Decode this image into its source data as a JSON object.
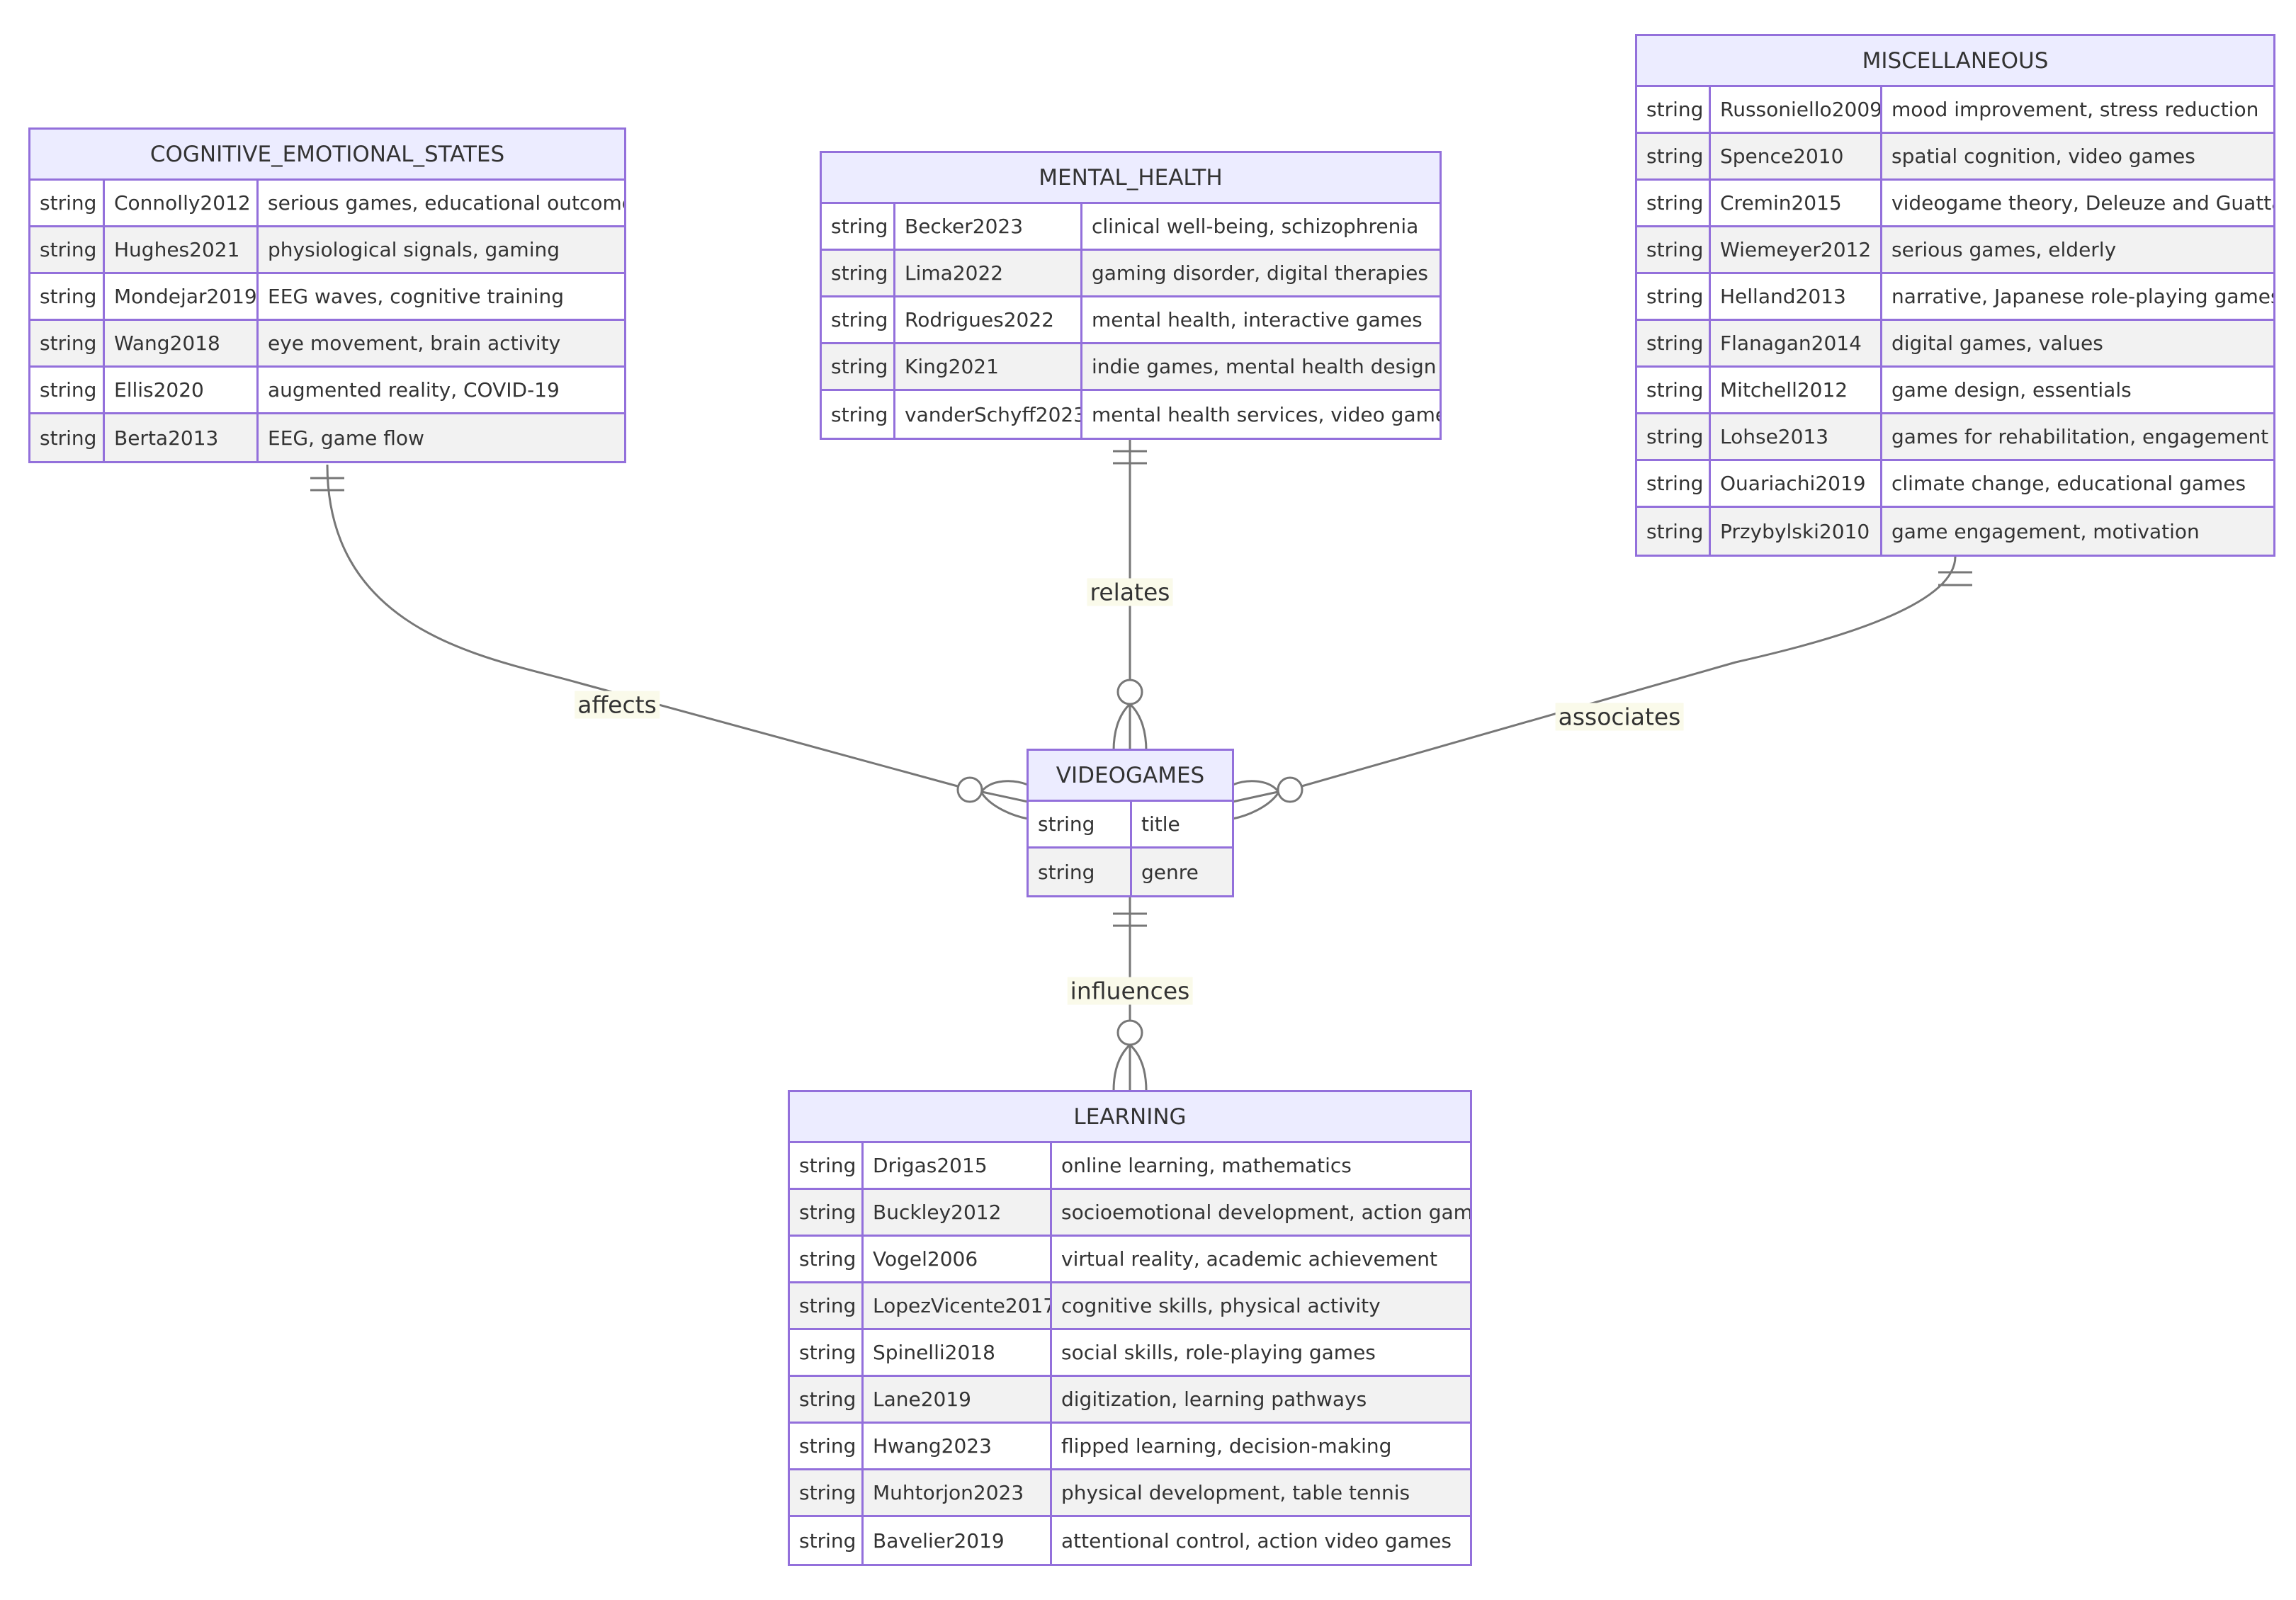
{
  "entities": {
    "cognitive": {
      "name": "COGNITIVE_EMOTIONAL_STATES",
      "rows": [
        [
          "string",
          "Connolly2012",
          "serious games, educational outcomes"
        ],
        [
          "string",
          "Hughes2021",
          "physiological signals, gaming"
        ],
        [
          "string",
          "Mondejar2019",
          "EEG waves, cognitive training"
        ],
        [
          "string",
          "Wang2018",
          "eye movement, brain activity"
        ],
        [
          "string",
          "Ellis2020",
          "augmented reality, COVID-19"
        ],
        [
          "string",
          "Berta2013",
          "EEG, game flow"
        ]
      ]
    },
    "mental": {
      "name": "MENTAL_HEALTH",
      "rows": [
        [
          "string",
          "Becker2023",
          "clinical well-being, schizophrenia"
        ],
        [
          "string",
          "Lima2022",
          "gaming disorder, digital therapies"
        ],
        [
          "string",
          "Rodrigues2022",
          "mental health, interactive games"
        ],
        [
          "string",
          "King2021",
          "indie games, mental health design"
        ],
        [
          "string",
          "vanderSchyff2023",
          "mental health services, video gamers"
        ]
      ]
    },
    "misc": {
      "name": "MISCELLANEOUS",
      "rows": [
        [
          "string",
          "Russoniello2009",
          "mood improvement, stress reduction"
        ],
        [
          "string",
          "Spence2010",
          "spatial cognition, video games"
        ],
        [
          "string",
          "Cremin2015",
          "videogame theory, Deleuze and Guattari"
        ],
        [
          "string",
          "Wiemeyer2012",
          "serious games, elderly"
        ],
        [
          "string",
          "Helland2013",
          "narrative, Japanese role-playing games"
        ],
        [
          "string",
          "Flanagan2014",
          "digital games, values"
        ],
        [
          "string",
          "Mitchell2012",
          "game design, essentials"
        ],
        [
          "string",
          "Lohse2013",
          "games for rehabilitation, engagement"
        ],
        [
          "string",
          "Ouariachi2019",
          "climate change, educational games"
        ],
        [
          "string",
          "Przybylski2010",
          "game engagement, motivation"
        ]
      ]
    },
    "videogames": {
      "name": "VIDEOGAMES",
      "rows": [
        [
          "string",
          "title"
        ],
        [
          "string",
          "genre"
        ]
      ]
    },
    "learning": {
      "name": "LEARNING",
      "rows": [
        [
          "string",
          "Drigas2015",
          "online learning, mathematics"
        ],
        [
          "string",
          "Buckley2012",
          "socioemotional development, action games"
        ],
        [
          "string",
          "Vogel2006",
          "virtual reality, academic achievement"
        ],
        [
          "string",
          "LopezVicente2017",
          "cognitive skills, physical activity"
        ],
        [
          "string",
          "Spinelli2018",
          "social skills, role-playing games"
        ],
        [
          "string",
          "Lane2019",
          "digitization, learning pathways"
        ],
        [
          "string",
          "Hwang2023",
          "flipped learning, decision-making"
        ],
        [
          "string",
          "Muhtorjon2023",
          "physical development, table tennis"
        ],
        [
          "string",
          "Bavelier2019",
          "attentional control, action video games"
        ]
      ]
    }
  },
  "relationships": {
    "affects": "affects",
    "relates": "relates",
    "associates": "associates",
    "influences": "influences"
  },
  "colors": {
    "border": "#9370db",
    "header": "#ececff",
    "row_odd": "#ffffff",
    "row_even": "#f2f2f2",
    "line": "#777777",
    "label_bg": "#fafaea"
  }
}
